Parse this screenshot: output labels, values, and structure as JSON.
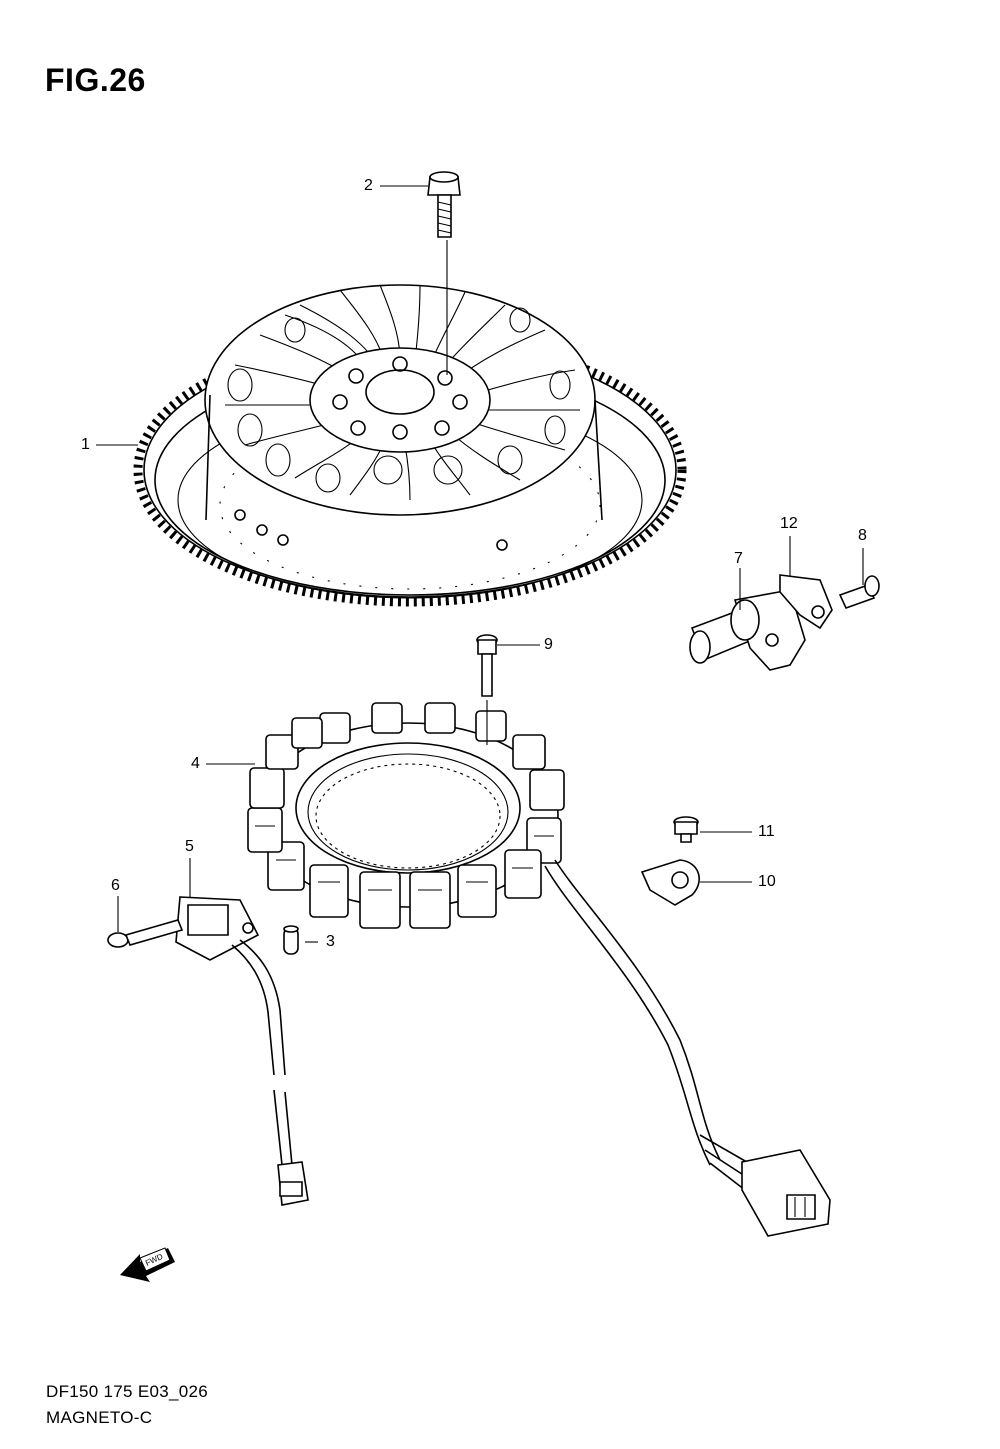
{
  "figure": {
    "title": "FIG.26",
    "code": "DF150 175 E03_026",
    "name": "MAGNETO-C"
  },
  "callouts": [
    {
      "id": "1",
      "label": "1"
    },
    {
      "id": "2",
      "label": "2"
    },
    {
      "id": "3",
      "label": "3"
    },
    {
      "id": "4",
      "label": "4"
    },
    {
      "id": "5",
      "label": "5"
    },
    {
      "id": "6",
      "label": "6"
    },
    {
      "id": "7",
      "label": "7"
    },
    {
      "id": "8",
      "label": "8"
    },
    {
      "id": "9",
      "label": "9"
    },
    {
      "id": "10",
      "label": "10"
    },
    {
      "id": "11",
      "label": "11"
    },
    {
      "id": "12",
      "label": "12"
    }
  ],
  "fwd_arrow": {
    "label": "FWD"
  }
}
